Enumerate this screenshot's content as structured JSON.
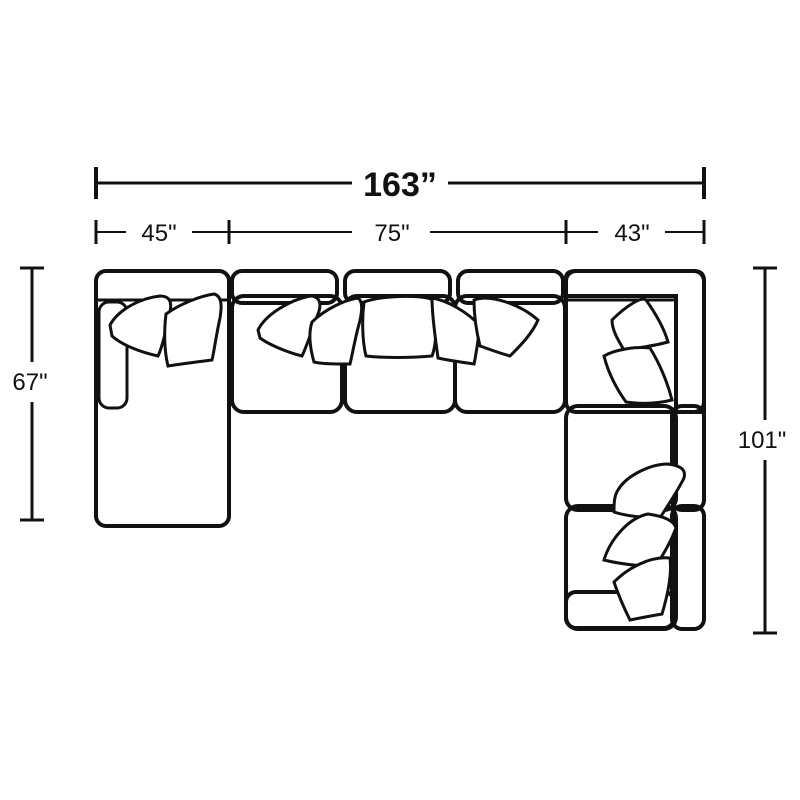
{
  "dimensions": {
    "total_width": "163”",
    "segment_left": "45\"",
    "segment_middle": "75\"",
    "segment_right": "43\"",
    "left_depth": "67\"",
    "right_depth": "101\""
  },
  "colors": {
    "line": "#111111",
    "fill": "#ffffff"
  }
}
